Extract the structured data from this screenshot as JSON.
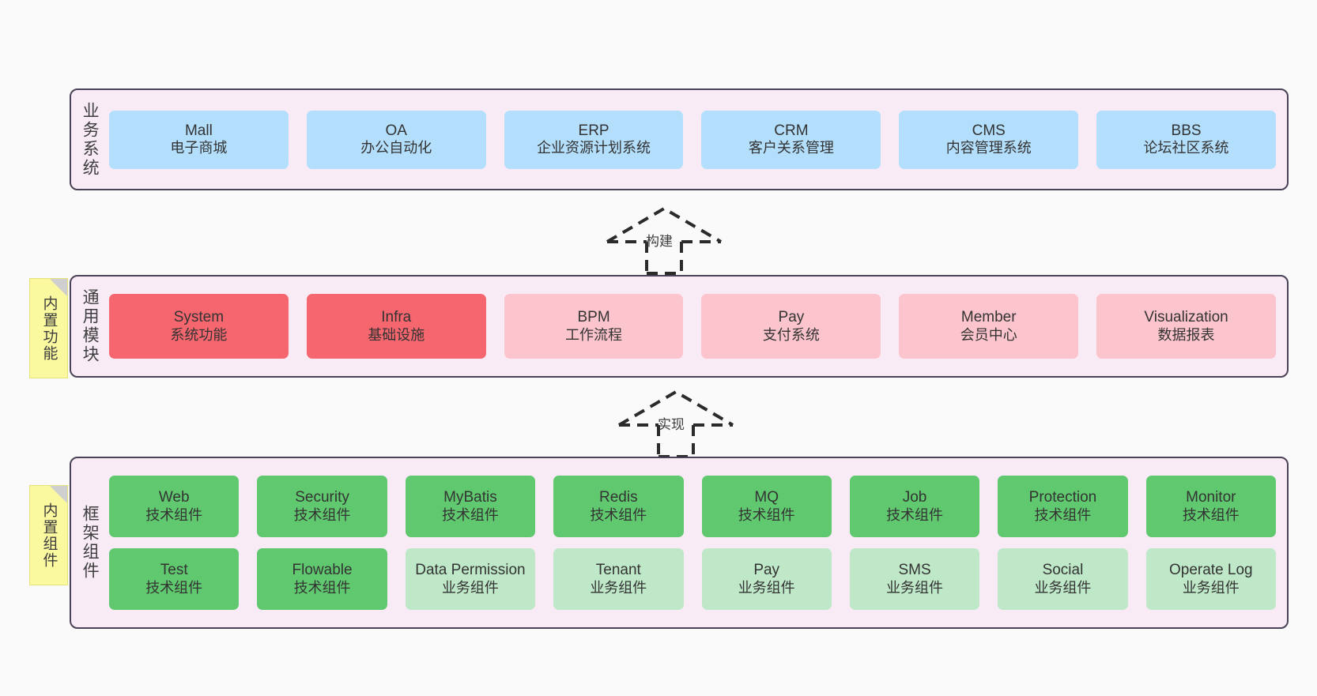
{
  "diagram": {
    "title": "",
    "colors": {
      "panel_bg": "#f8ebf6",
      "panel_border": "#4a4357",
      "business_card": "#b3dffc",
      "module_core": "#f5666e",
      "module_other": "#fcc5cd",
      "tech_component": "#60c96f",
      "business_component": "#bfe8c8",
      "sticky_note": "#fbf9a0",
      "canvas_bg": "#fafafa"
    }
  },
  "layers": [
    {
      "id": "business-system",
      "label": "业务系统",
      "rows": [
        {
          "cards": [
            {
              "title": "Mall",
              "subtitle": "电子商城",
              "style": "blue"
            },
            {
              "title": "OA",
              "subtitle": "办公自动化",
              "style": "blue"
            },
            {
              "title": "ERP",
              "subtitle": "企业资源计划系统",
              "style": "blue"
            },
            {
              "title": "CRM",
              "subtitle": "客户关系管理",
              "style": "blue"
            },
            {
              "title": "CMS",
              "subtitle": "内容管理系统",
              "style": "blue"
            },
            {
              "title": "BBS",
              "subtitle": "论坛社区系统",
              "style": "blue"
            }
          ]
        }
      ]
    },
    {
      "id": "common-modules",
      "label": "通用模块",
      "sticky": "内置功能",
      "rows": [
        {
          "cards": [
            {
              "title": "System",
              "subtitle": "系统功能",
              "style": "red"
            },
            {
              "title": "Infra",
              "subtitle": "基础设施",
              "style": "red"
            },
            {
              "title": "BPM",
              "subtitle": "工作流程",
              "style": "pink"
            },
            {
              "title": "Pay",
              "subtitle": "支付系统",
              "style": "pink"
            },
            {
              "title": "Member",
              "subtitle": "会员中心",
              "style": "pink"
            },
            {
              "title": "Visualization",
              "subtitle": "数据报表",
              "style": "pink"
            }
          ]
        }
      ]
    },
    {
      "id": "framework-components",
      "label": "框架组件",
      "sticky": "内置组件",
      "rows": [
        {
          "cards": [
            {
              "title": "Web",
              "subtitle": "技术组件",
              "style": "green"
            },
            {
              "title": "Security",
              "subtitle": "技术组件",
              "style": "green"
            },
            {
              "title": "MyBatis",
              "subtitle": "技术组件",
              "style": "green"
            },
            {
              "title": "Redis",
              "subtitle": "技术组件",
              "style": "green"
            },
            {
              "title": "MQ",
              "subtitle": "技术组件",
              "style": "green"
            },
            {
              "title": "Job",
              "subtitle": "技术组件",
              "style": "green"
            },
            {
              "title": "Protection",
              "subtitle": "技术组件",
              "style": "green"
            },
            {
              "title": "Monitor",
              "subtitle": "技术组件",
              "style": "green"
            }
          ]
        },
        {
          "cards": [
            {
              "title": "Test",
              "subtitle": "技术组件",
              "style": "green"
            },
            {
              "title": "Flowable",
              "subtitle": "技术组件",
              "style": "green"
            },
            {
              "title": "Data Permission",
              "subtitle": "业务组件",
              "style": "lgreen"
            },
            {
              "title": "Tenant",
              "subtitle": "业务组件",
              "style": "lgreen"
            },
            {
              "title": "Pay",
              "subtitle": "业务组件",
              "style": "lgreen"
            },
            {
              "title": "SMS",
              "subtitle": "业务组件",
              "style": "lgreen"
            },
            {
              "title": "Social",
              "subtitle": "业务组件",
              "style": "lgreen"
            },
            {
              "title": "Operate Log",
              "subtitle": "业务组件",
              "style": "lgreen"
            }
          ]
        }
      ]
    }
  ],
  "connectors": [
    {
      "id": "build",
      "label": "构建",
      "from": "common-modules",
      "to": "business-system",
      "style": "dashed-generalization"
    },
    {
      "id": "implement",
      "label": "实现",
      "from": "framework-components",
      "to": "common-modules",
      "style": "dashed-generalization"
    }
  ]
}
